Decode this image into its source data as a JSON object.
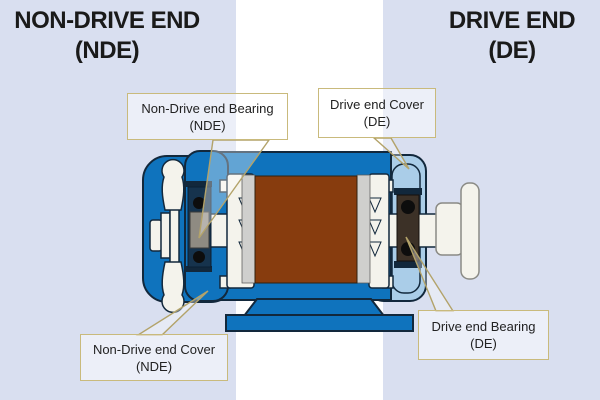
{
  "headers": {
    "left": {
      "line1": "NON-DRIVE END",
      "line2": "(NDE)"
    },
    "right": {
      "line1": "DRIVE END",
      "line2": "(DE)"
    }
  },
  "labels": {
    "nde_bearing": {
      "line1": "Non-Drive end Bearing",
      "line2": "(NDE)"
    },
    "de_cover": {
      "line1": "Drive end Cover",
      "line2": "(DE)"
    },
    "nde_cover": {
      "line1": "Non-Drive end Cover",
      "line2": "(NDE)"
    },
    "de_bearing": {
      "line1": "Drive end Bearing",
      "line2": "(DE)"
    }
  },
  "diagram": {
    "colors": {
      "motor_blue": "#0f73bd",
      "cover_light_blue": "#aacde8",
      "rotor_brown": "#873c0e",
      "outline_navy": "#12283c",
      "background_periwinkle": "#d9dff0",
      "center_band_white": "#ffffff",
      "label_border_tan": "#c9ba7c",
      "leader_tan": "#b3a36a",
      "steel_white": "#f4f3ec",
      "bearing_gray": "#8f8b82",
      "strip_gray": "#cfcfcd",
      "text_dark": "#1a1a1a"
    }
  }
}
